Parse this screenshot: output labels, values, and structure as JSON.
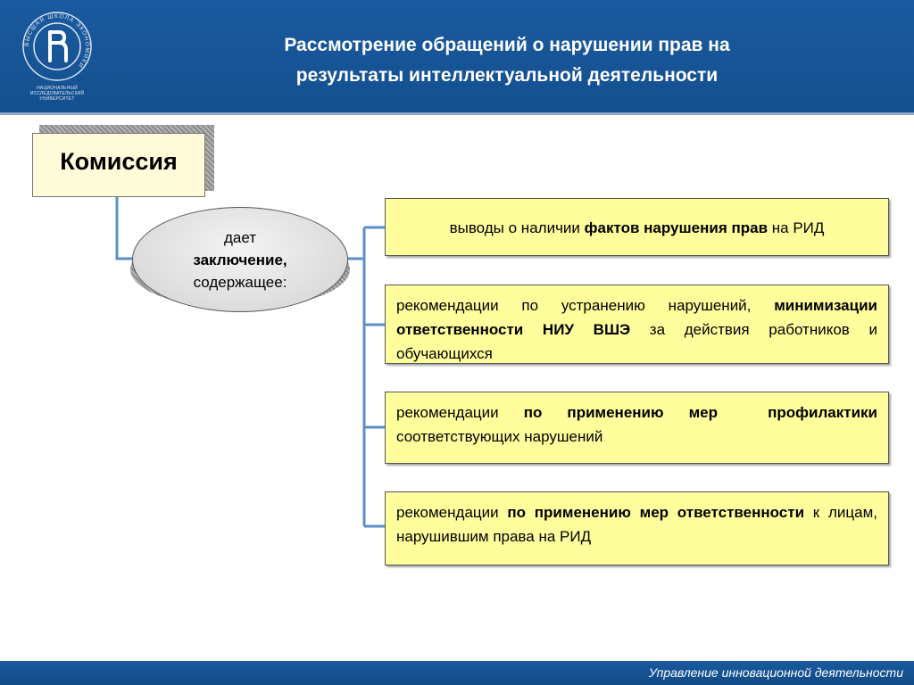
{
  "header": {
    "title_line1": "Рассмотрение обращений о нарушении прав на",
    "title_line2": "результаты интеллектуальной деятельности",
    "logo_caption_line1": "НАЦИОНАЛЬНЫЙ ИССЛЕДОВАТЕЛЬСКИЙ",
    "logo_caption_line2": "УНИВЕРСИТЕТ",
    "logo_ring_text": "ВЫСШАЯ ШКОЛА ЭКОНОМИКИ",
    "logo_icon": "hse-logo-icon"
  },
  "commission": {
    "label": "Комиссия"
  },
  "ellipse": {
    "line1": "дает",
    "line2": "заключение,",
    "line3": "содержащее:"
  },
  "boxes": [
    {
      "pre": "выводы о наличии ",
      "bold": "фактов нарушения прав",
      "post": " на РИД"
    },
    {
      "pre": "рекомендации по устранению нарушений, ",
      "bold": "минимизации ответственности НИУ ВШЭ",
      "post": " за действия работников и обучающихся"
    },
    {
      "pre": "рекомендации ",
      "bold": "по применению мер  профилактики",
      "post": " соответствующих нарушений"
    },
    {
      "pre": "рекомендации ",
      "bold": "по применению мер ответственности",
      "post": " к лицам, нарушившим права на РИД"
    }
  ],
  "footer": {
    "text": "Управление инновационной деятельности"
  },
  "colors": {
    "header_bg": "#1b5aa0",
    "box_fill": "#fffe9c",
    "commission_fill": "#fefbd8",
    "connector": "#5b8fc7"
  }
}
